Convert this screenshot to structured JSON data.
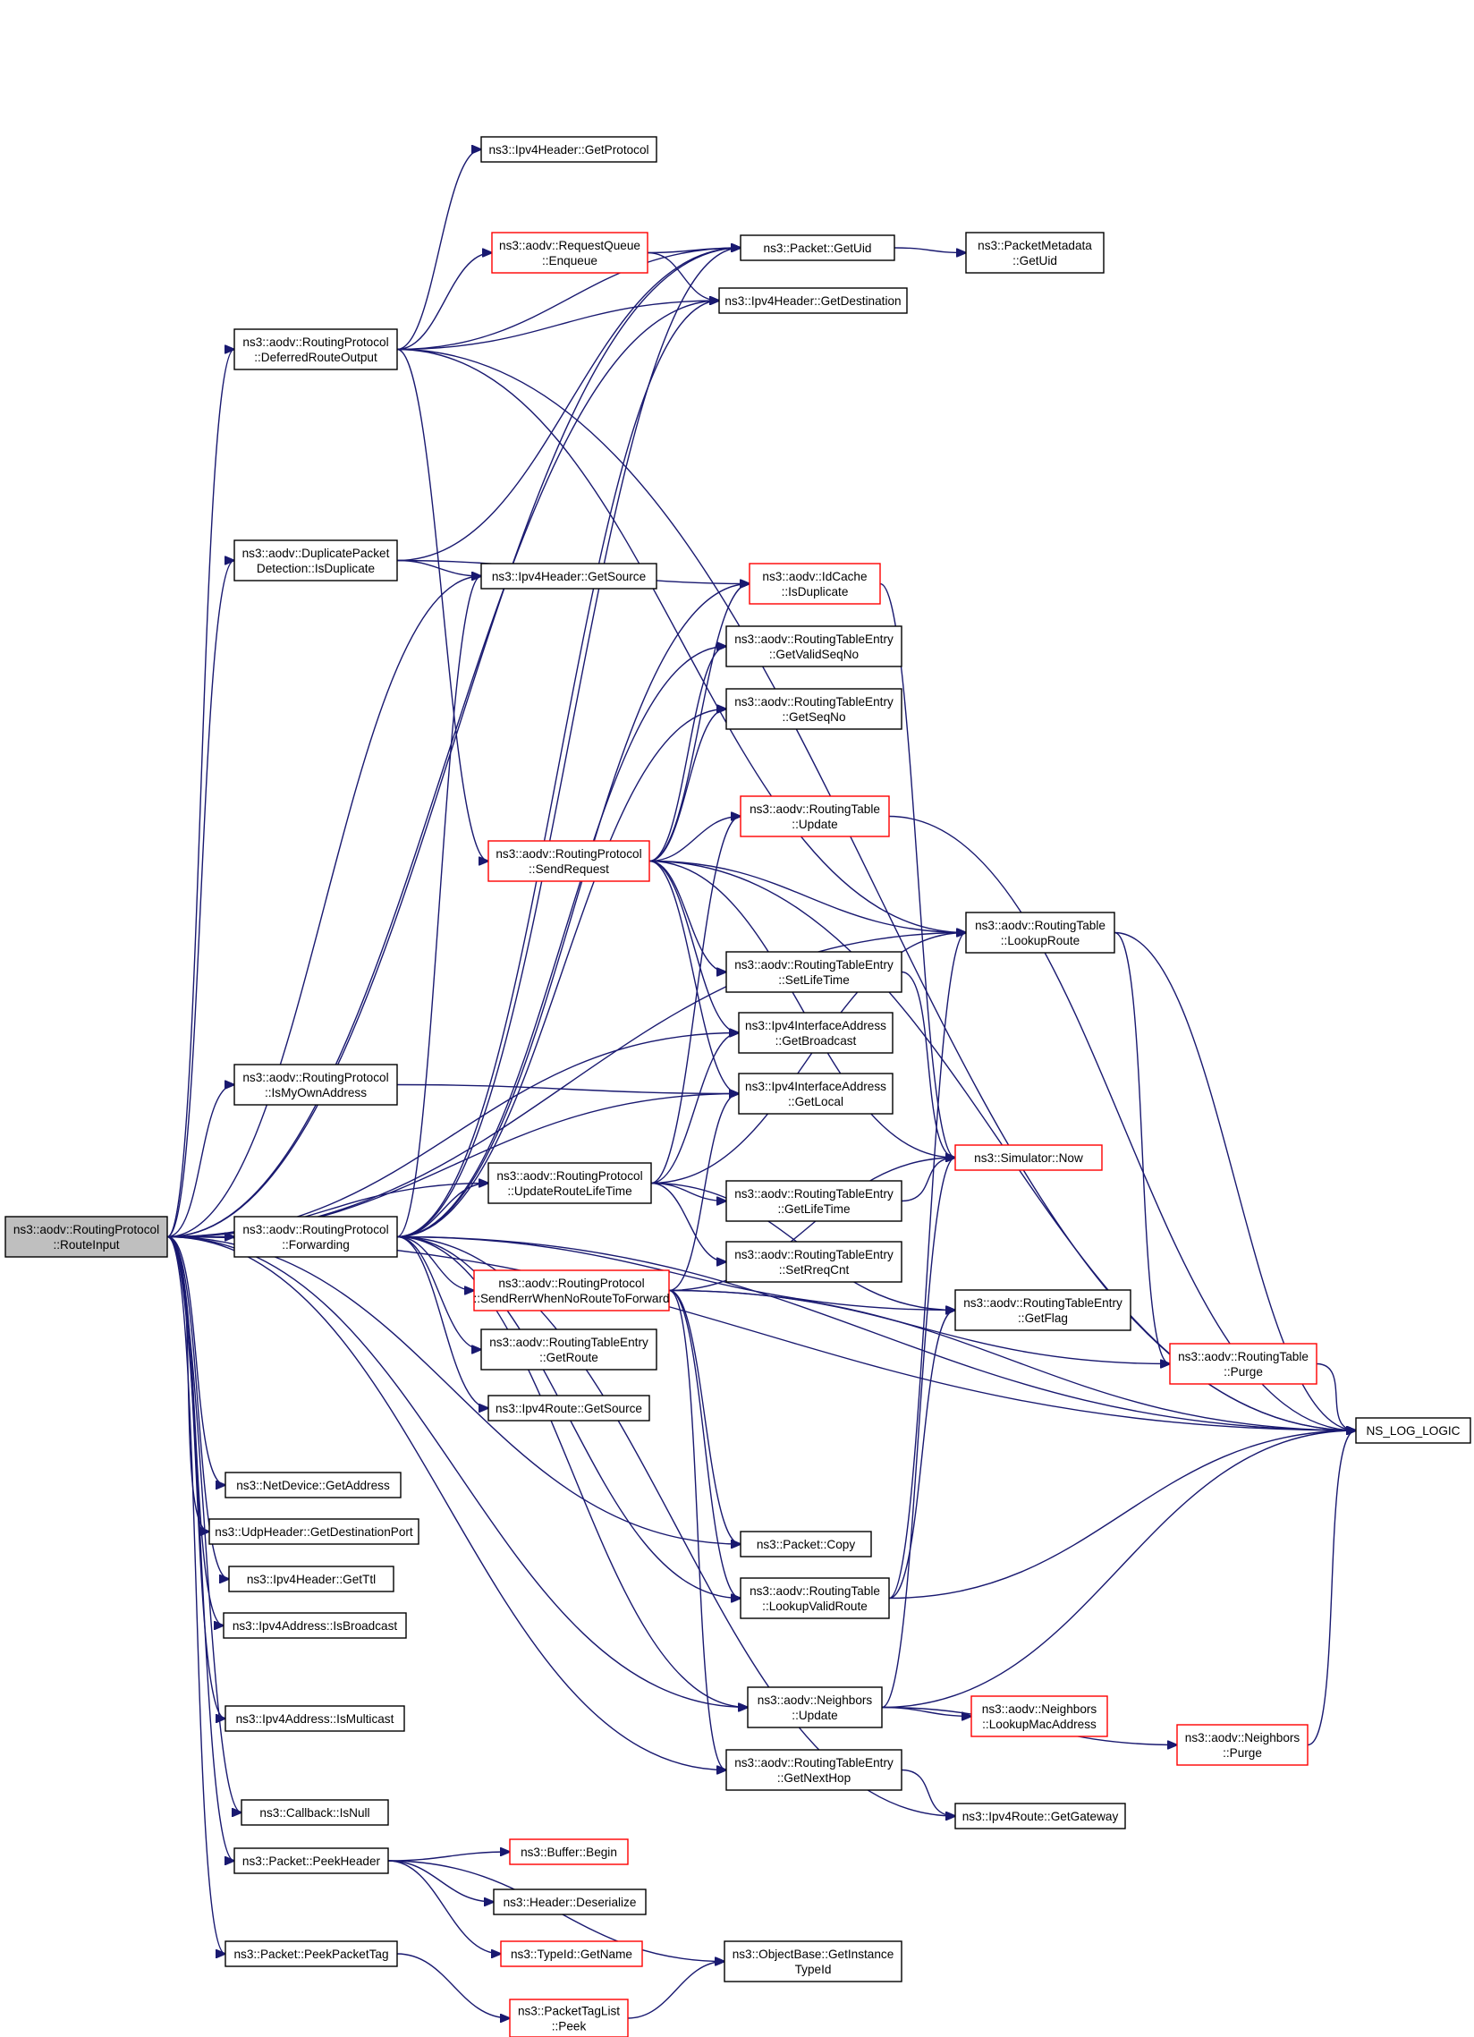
{
  "colors": {
    "edge": "#191970",
    "node_border": "#000000",
    "node_border_truncated": "#ff0000",
    "root_fill": "#bfbfbf",
    "background": "#ffffff"
  },
  "nodes": [
    {
      "id": "routeinput",
      "lines": [
        "ns3::aodv::RoutingProtocol",
        "::RouteInput"
      ],
      "style": "root"
    },
    {
      "id": "deferred",
      "lines": [
        "ns3::aodv::RoutingProtocol",
        "::DeferredRouteOutput"
      ],
      "style": "normal"
    },
    {
      "id": "dupdetect",
      "lines": [
        "ns3::aodv::DuplicatePacket",
        "Detection::IsDuplicate"
      ],
      "style": "normal"
    },
    {
      "id": "ismyown",
      "lines": [
        "ns3::aodv::RoutingProtocol",
        "::IsMyOwnAddress"
      ],
      "style": "normal"
    },
    {
      "id": "forwarding",
      "lines": [
        "ns3::aodv::RoutingProtocol",
        "::Forwarding"
      ],
      "style": "normal"
    },
    {
      "id": "netdev_getaddr",
      "lines": [
        "ns3::NetDevice::GetAddress"
      ],
      "style": "normal"
    },
    {
      "id": "udp_getdstport",
      "lines": [
        "ns3::UdpHeader::GetDestinationPort"
      ],
      "style": "normal"
    },
    {
      "id": "ipv4hdr_getttl",
      "lines": [
        "ns3::Ipv4Header::GetTtl"
      ],
      "style": "normal"
    },
    {
      "id": "ipv4addr_isbcast",
      "lines": [
        "ns3::Ipv4Address::IsBroadcast"
      ],
      "style": "normal"
    },
    {
      "id": "ipv4addr_ismcast",
      "lines": [
        "ns3::Ipv4Address::IsMulticast"
      ],
      "style": "normal"
    },
    {
      "id": "callback_isnull",
      "lines": [
        "ns3::Callback::IsNull"
      ],
      "style": "normal"
    },
    {
      "id": "pkt_peekheader",
      "lines": [
        "ns3::Packet::PeekHeader"
      ],
      "style": "normal"
    },
    {
      "id": "pkt_peekpackettag",
      "lines": [
        "ns3::Packet::PeekPacketTag"
      ],
      "style": "normal"
    },
    {
      "id": "ipv4hdr_getprotocol",
      "lines": [
        "ns3::Ipv4Header::GetProtocol"
      ],
      "style": "normal"
    },
    {
      "id": "reqqueue_enqueue",
      "lines": [
        "ns3::aodv::RequestQueue",
        "::Enqueue"
      ],
      "style": "truncated"
    },
    {
      "id": "ipv4hdr_getsource",
      "lines": [
        "ns3::Ipv4Header::GetSource"
      ],
      "style": "normal"
    },
    {
      "id": "sendrequest",
      "lines": [
        "ns3::aodv::RoutingProtocol",
        "::SendRequest"
      ],
      "style": "truncated"
    },
    {
      "id": "updateroutelifetime",
      "lines": [
        "ns3::aodv::RoutingProtocol",
        "::UpdateRouteLifeTime"
      ],
      "style": "normal"
    },
    {
      "id": "sendrerr",
      "lines": [
        "ns3::aodv::RoutingProtocol",
        "::SendRerrWhenNoRouteToForward"
      ],
      "style": "truncated"
    },
    {
      "id": "rte_getroute",
      "lines": [
        "ns3::aodv::RoutingTableEntry",
        "::GetRoute"
      ],
      "style": "normal"
    },
    {
      "id": "ipv4route_getsource",
      "lines": [
        "ns3::Ipv4Route::GetSource"
      ],
      "style": "normal"
    },
    {
      "id": "pkt_getuid",
      "lines": [
        "ns3::Packet::GetUid"
      ],
      "style": "normal"
    },
    {
      "id": "ipv4hdr_getdest",
      "lines": [
        "ns3::Ipv4Header::GetDestination"
      ],
      "style": "normal"
    },
    {
      "id": "idcache_isdup",
      "lines": [
        "ns3::aodv::IdCache",
        "::IsDuplicate"
      ],
      "style": "truncated"
    },
    {
      "id": "rte_getvalidseqno",
      "lines": [
        "ns3::aodv::RoutingTableEntry",
        "::GetValidSeqNo"
      ],
      "style": "normal"
    },
    {
      "id": "rte_getseqno",
      "lines": [
        "ns3::aodv::RoutingTableEntry",
        "::GetSeqNo"
      ],
      "style": "normal"
    },
    {
      "id": "rt_update",
      "lines": [
        "ns3::aodv::RoutingTable",
        "::Update"
      ],
      "style": "truncated"
    },
    {
      "id": "rte_setlifetime",
      "lines": [
        "ns3::aodv::RoutingTableEntry",
        "::SetLifeTime"
      ],
      "style": "normal"
    },
    {
      "id": "ipv4ifaddr_getbcast",
      "lines": [
        "ns3::Ipv4InterfaceAddress",
        "::GetBroadcast"
      ],
      "style": "normal"
    },
    {
      "id": "ipv4ifaddr_getlocal",
      "lines": [
        "ns3::Ipv4InterfaceAddress",
        "::GetLocal"
      ],
      "style": "normal"
    },
    {
      "id": "rte_getlifetime",
      "lines": [
        "ns3::aodv::RoutingTableEntry",
        "::GetLifeTime"
      ],
      "style": "normal"
    },
    {
      "id": "rte_setrreqcnt",
      "lines": [
        "ns3::aodv::RoutingTableEntry",
        "::SetRreqCnt"
      ],
      "style": "normal"
    },
    {
      "id": "pkt_copy",
      "lines": [
        "ns3::Packet::Copy"
      ],
      "style": "normal"
    },
    {
      "id": "rt_lookupvalidroute",
      "lines": [
        "ns3::aodv::RoutingTable",
        "::LookupValidRoute"
      ],
      "style": "normal"
    },
    {
      "id": "neighbors_update",
      "lines": [
        "ns3::aodv::Neighbors",
        "::Update"
      ],
      "style": "normal"
    },
    {
      "id": "rte_getnexthop",
      "lines": [
        "ns3::aodv::RoutingTableEntry",
        "::GetNextHop"
      ],
      "style": "normal"
    },
    {
      "id": "buffer_begin",
      "lines": [
        "ns3::Buffer::Begin"
      ],
      "style": "truncated"
    },
    {
      "id": "header_deserialize",
      "lines": [
        "ns3::Header::Deserialize"
      ],
      "style": "normal"
    },
    {
      "id": "typeid_getname",
      "lines": [
        "ns3::TypeId::GetName"
      ],
      "style": "truncated"
    },
    {
      "id": "objectbase_getinstancetypeid",
      "lines": [
        "ns3::ObjectBase::GetInstance",
        "TypeId"
      ],
      "style": "normal"
    },
    {
      "id": "packettaglist_peek",
      "lines": [
        "ns3::PacketTagList",
        "::Peek"
      ],
      "style": "truncated"
    },
    {
      "id": "pktmeta_getuid",
      "lines": [
        "ns3::PacketMetadata",
        "::GetUid"
      ],
      "style": "normal"
    },
    {
      "id": "rt_lookuproute",
      "lines": [
        "ns3::aodv::RoutingTable",
        "::LookupRoute"
      ],
      "style": "normal"
    },
    {
      "id": "simulator_now",
      "lines": [
        "ns3::Simulator::Now"
      ],
      "style": "truncated"
    },
    {
      "id": "rte_getflag",
      "lines": [
        "ns3::aodv::RoutingTableEntry",
        "::GetFlag"
      ],
      "style": "normal"
    },
    {
      "id": "rt_purge",
      "lines": [
        "ns3::aodv::RoutingTable",
        "::Purge"
      ],
      "style": "truncated"
    },
    {
      "id": "neighbors_lookupmac",
      "lines": [
        "ns3::aodv::Neighbors",
        "::LookupMacAddress"
      ],
      "style": "truncated"
    },
    {
      "id": "neighbors_purge",
      "lines": [
        "ns3::aodv::Neighbors",
        "::Purge"
      ],
      "style": "truncated"
    },
    {
      "id": "ns_log_logic",
      "lines": [
        "NS_LOG_LOGIC"
      ],
      "style": "normal"
    }
  ],
  "edges": [
    [
      "routeinput",
      "ns_log_logic"
    ],
    [
      "routeinput",
      "pkt_getuid"
    ],
    [
      "routeinput",
      "ipv4hdr_getdest"
    ],
    [
      "routeinput",
      "deferred"
    ],
    [
      "routeinput",
      "rt_lookuproute"
    ],
    [
      "routeinput",
      "dupdetect"
    ],
    [
      "routeinput",
      "ipv4hdr_getsource"
    ],
    [
      "routeinput",
      "ipv4ifaddr_getbcast"
    ],
    [
      "routeinput",
      "ismyown"
    ],
    [
      "routeinput",
      "ipv4ifaddr_getlocal"
    ],
    [
      "routeinput",
      "updateroutelifetime"
    ],
    [
      "routeinput",
      "forwarding"
    ],
    [
      "routeinput",
      "pkt_copy"
    ],
    [
      "routeinput",
      "netdev_getaddr"
    ],
    [
      "routeinput",
      "udp_getdstport"
    ],
    [
      "routeinput",
      "ipv4hdr_getttl"
    ],
    [
      "routeinput",
      "ipv4addr_isbcast"
    ],
    [
      "routeinput",
      "neighbors_update"
    ],
    [
      "routeinput",
      "ipv4addr_ismcast"
    ],
    [
      "routeinput",
      "rte_getnexthop"
    ],
    [
      "routeinput",
      "callback_isnull"
    ],
    [
      "routeinput",
      "pkt_peekheader"
    ],
    [
      "routeinput",
      "pkt_peekpackettag"
    ],
    [
      "deferred",
      "ipv4hdr_getprotocol"
    ],
    [
      "deferred",
      "pkt_getuid"
    ],
    [
      "deferred",
      "reqqueue_enqueue"
    ],
    [
      "deferred",
      "ipv4hdr_getdest"
    ],
    [
      "deferred",
      "ns_log_logic"
    ],
    [
      "deferred",
      "rt_lookuproute"
    ],
    [
      "deferred",
      "sendrequest"
    ],
    [
      "reqqueue_enqueue",
      "pkt_getuid"
    ],
    [
      "reqqueue_enqueue",
      "ipv4hdr_getdest"
    ],
    [
      "pkt_getuid",
      "pktmeta_getuid"
    ],
    [
      "dupdetect",
      "pkt_getuid"
    ],
    [
      "dupdetect",
      "ipv4hdr_getsource"
    ],
    [
      "dupdetect",
      "idcache_isdup"
    ],
    [
      "idcache_isdup",
      "simulator_now"
    ],
    [
      "ismyown",
      "ipv4ifaddr_getlocal"
    ],
    [
      "sendrequest",
      "rt_update"
    ],
    [
      "sendrequest",
      "rt_lookuproute"
    ],
    [
      "sendrequest",
      "rte_getvalidseqno"
    ],
    [
      "sendrequest",
      "rte_getseqno"
    ],
    [
      "sendrequest",
      "rte_setlifetime"
    ],
    [
      "sendrequest",
      "ipv4ifaddr_getbcast"
    ],
    [
      "sendrequest",
      "ipv4ifaddr_getlocal"
    ],
    [
      "sendrequest",
      "simulator_now"
    ],
    [
      "sendrequest",
      "ns_log_logic"
    ],
    [
      "sendrequest",
      "idcache_isdup"
    ],
    [
      "rt_update",
      "ns_log_logic"
    ],
    [
      "rte_setlifetime",
      "simulator_now"
    ],
    [
      "rt_lookuproute",
      "ns_log_logic"
    ],
    [
      "rt_lookuproute",
      "rt_purge"
    ],
    [
      "updateroutelifetime",
      "rt_lookuproute"
    ],
    [
      "updateroutelifetime",
      "rte_getlifetime"
    ],
    [
      "updateroutelifetime",
      "rte_setrreqcnt"
    ],
    [
      "updateroutelifetime",
      "rte_getflag"
    ],
    [
      "updateroutelifetime",
      "rt_update"
    ],
    [
      "updateroutelifetime",
      "ipv4ifaddr_getbcast"
    ],
    [
      "rte_getlifetime",
      "simulator_now"
    ],
    [
      "forwarding",
      "ipv4hdr_getsource"
    ],
    [
      "forwarding",
      "pkt_getuid"
    ],
    [
      "forwarding",
      "ipv4hdr_getdest"
    ],
    [
      "forwarding",
      "updateroutelifetime"
    ],
    [
      "forwarding",
      "sendrerr"
    ],
    [
      "forwarding",
      "rte_getroute"
    ],
    [
      "forwarding",
      "ipv4route_getsource"
    ],
    [
      "forwarding",
      "rte_getflag"
    ],
    [
      "forwarding",
      "rt_lookupvalidroute"
    ],
    [
      "forwarding",
      "neighbors_update"
    ],
    [
      "forwarding",
      "ipv4route_getgateway"
    ],
    [
      "forwarding",
      "ns_log_logic"
    ],
    [
      "forwarding",
      "rte_getvalidseqno"
    ],
    [
      "forwarding",
      "idcache_isdup"
    ],
    [
      "forwarding",
      "rte_getseqno"
    ],
    [
      "sendrerr",
      "ipv4ifaddr_getlocal"
    ],
    [
      "sendrerr",
      "simulator_now"
    ],
    [
      "sendrerr",
      "ns_log_logic"
    ],
    [
      "sendrerr",
      "pkt_copy"
    ],
    [
      "sendrerr",
      "rt_lookupvalidroute"
    ],
    [
      "sendrerr",
      "rte_getnexthop"
    ],
    [
      "sendrerr",
      "rt_purge"
    ],
    [
      "rt_lookupvalidroute",
      "rt_lookuproute"
    ],
    [
      "rt_lookupvalidroute",
      "rte_getflag"
    ],
    [
      "rt_lookupvalidroute",
      "ns_log_logic"
    ],
    [
      "rt_purge",
      "ns_log_logic"
    ],
    [
      "neighbors_update",
      "simulator_now"
    ],
    [
      "neighbors_update",
      "ns_log_logic"
    ],
    [
      "neighbors_update",
      "neighbors_lookupmac"
    ],
    [
      "neighbors_update",
      "neighbors_purge"
    ],
    [
      "neighbors_purge",
      "ns_log_logic"
    ],
    [
      "rte_getnexthop",
      "ipv4route_getgateway"
    ],
    [
      "pkt_peekheader",
      "buffer_begin"
    ],
    [
      "pkt_peekheader",
      "header_deserialize"
    ],
    [
      "pkt_peekheader",
      "typeid_getname"
    ],
    [
      "pkt_peekheader",
      "objectbase_getinstancetypeid"
    ],
    [
      "pkt_peekpackettag",
      "packettaglist_peek"
    ],
    [
      "packettaglist_peek",
      "objectbase_getinstancetypeid"
    ]
  ],
  "extra_nodes": [
    {
      "id": "ipv4route_getgateway",
      "lines": [
        "ns3::Ipv4Route::GetGateway"
      ],
      "style": "normal"
    }
  ]
}
